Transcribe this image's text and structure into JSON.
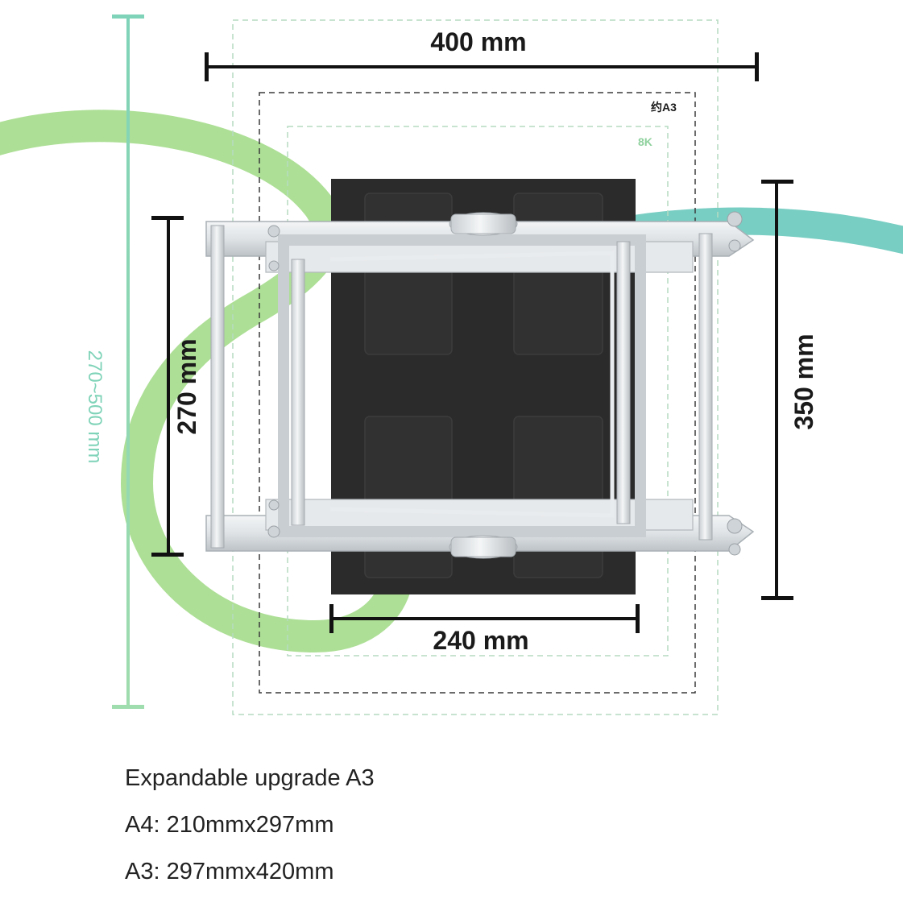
{
  "colors": {
    "accent_green": "#a6d98f",
    "accent_teal": "#6cc8bf",
    "guide_green": "#b6dcc2",
    "guide_dark": "#3a3a3a",
    "tablet_dark": "#2b2b2b",
    "frame_silver": "#d9dde0",
    "dimension_line": "#111111"
  },
  "dimensions": {
    "width_outer": "400 mm",
    "height_range": "270~500 mm",
    "height_left": "270 mm",
    "height_right": "350 mm",
    "width_inner": "240 mm"
  },
  "paper_labels": {
    "a3": "约A3",
    "eightk": "8K"
  },
  "captions": {
    "line1": "Expandable upgrade A3",
    "line2": "A4: 210mmx297mm",
    "line3": "A3: 297mmx420mm"
  }
}
